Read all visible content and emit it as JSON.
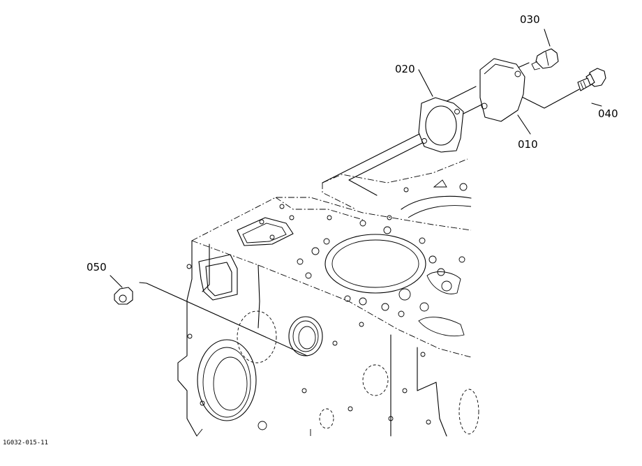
{
  "diagram_code": "1G032-015-11",
  "parts": [
    {
      "id": "part-010",
      "number": "010"
    },
    {
      "id": "part-020",
      "number": "020"
    },
    {
      "id": "part-030",
      "number": "030"
    },
    {
      "id": "part-040",
      "number": "040"
    },
    {
      "id": "part-050",
      "number": "050"
    }
  ]
}
